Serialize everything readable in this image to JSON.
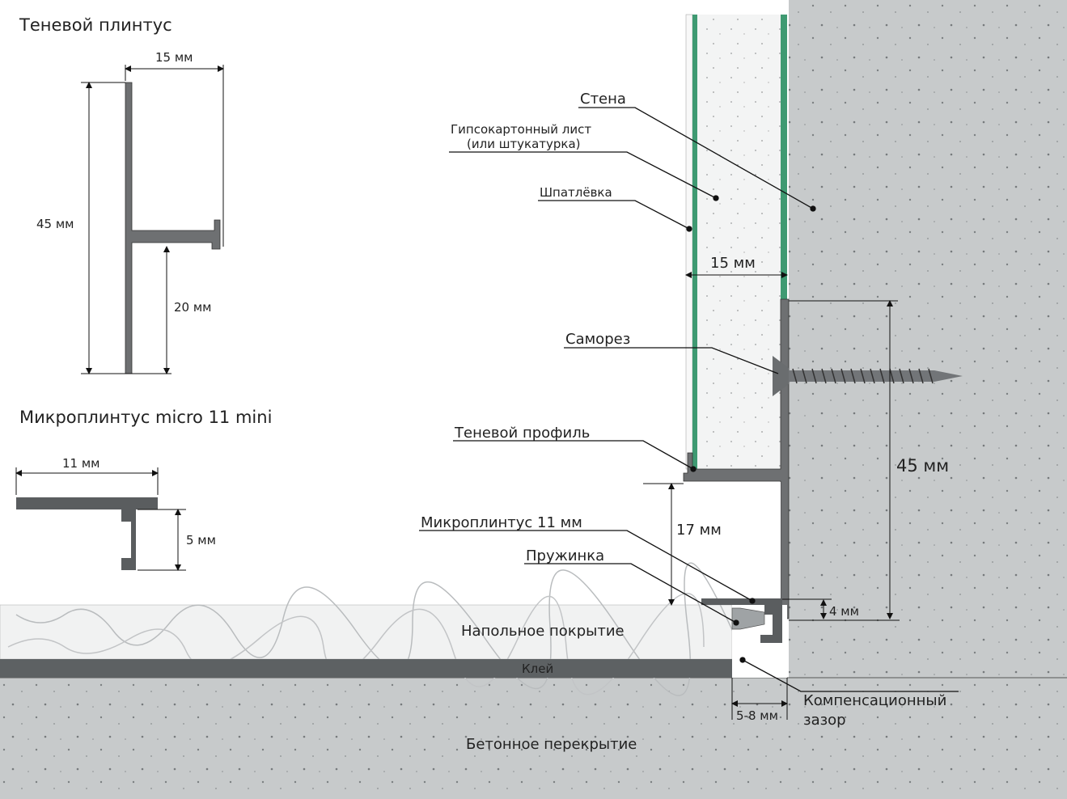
{
  "titles": {
    "shadow_plinth": "Теневой плинтус",
    "micro_plinth": "Микроплинтус micro 11 mini"
  },
  "shadow_profile_dims": {
    "width": "15 мм",
    "height": "45 мм",
    "lower": "20 мм"
  },
  "micro_profile_dims": {
    "width": "11 мм",
    "height": "5 мм"
  },
  "callouts": {
    "wall": "Стена",
    "drywall_line1": "Гипсокартонный лист",
    "drywall_line2": "(или штукатурка)",
    "putty": "Шпатлёвка",
    "screw": "Саморез",
    "shadow_profile": "Теневой профиль",
    "micro_plinth": "Микроплинтус 11 мм",
    "spring": "Пружинка",
    "floor_covering": "Напольное покрытие",
    "glue": "Клей",
    "gap_line1": "Компенсационный",
    "gap_line2": "зазор",
    "slab": "Бетонное перекрытие"
  },
  "section_dims": {
    "wall_layer": "15 мм",
    "profile_height": "45 мм",
    "recess": "17 мм",
    "micro": "4 мм",
    "gap": "5-8 мм"
  },
  "colors": {
    "concrete": "#c9cccd",
    "green": "#3f9a72",
    "metal": "#6e7072",
    "glue": "#5d6163"
  }
}
